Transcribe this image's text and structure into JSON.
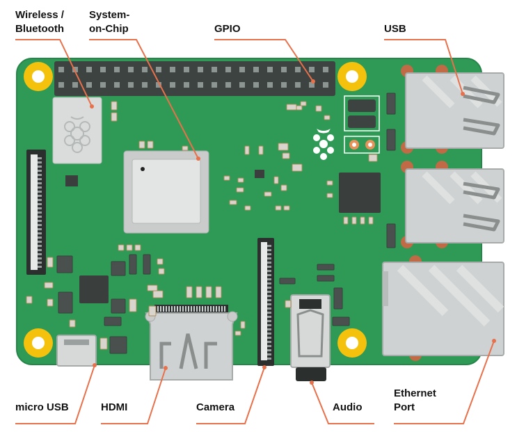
{
  "labels": {
    "wireless": "Wireless /\nBluetooth",
    "soc": "System-\non-Chip",
    "gpio": "GPIO",
    "usb": "USB",
    "micro_usb": "micro USB",
    "hdmi": "HDMI",
    "camera": "Camera",
    "audio": "Audio",
    "ethernet": "Ethernet\nPort"
  },
  "colors": {
    "board": "#2f9a55",
    "board_edge": "#27854a",
    "mount_ring": "#f4c20d",
    "leader_line": "#e8704a",
    "metal": "#cfd2d2",
    "chip": "#3a3f3d",
    "text": "#111111"
  }
}
